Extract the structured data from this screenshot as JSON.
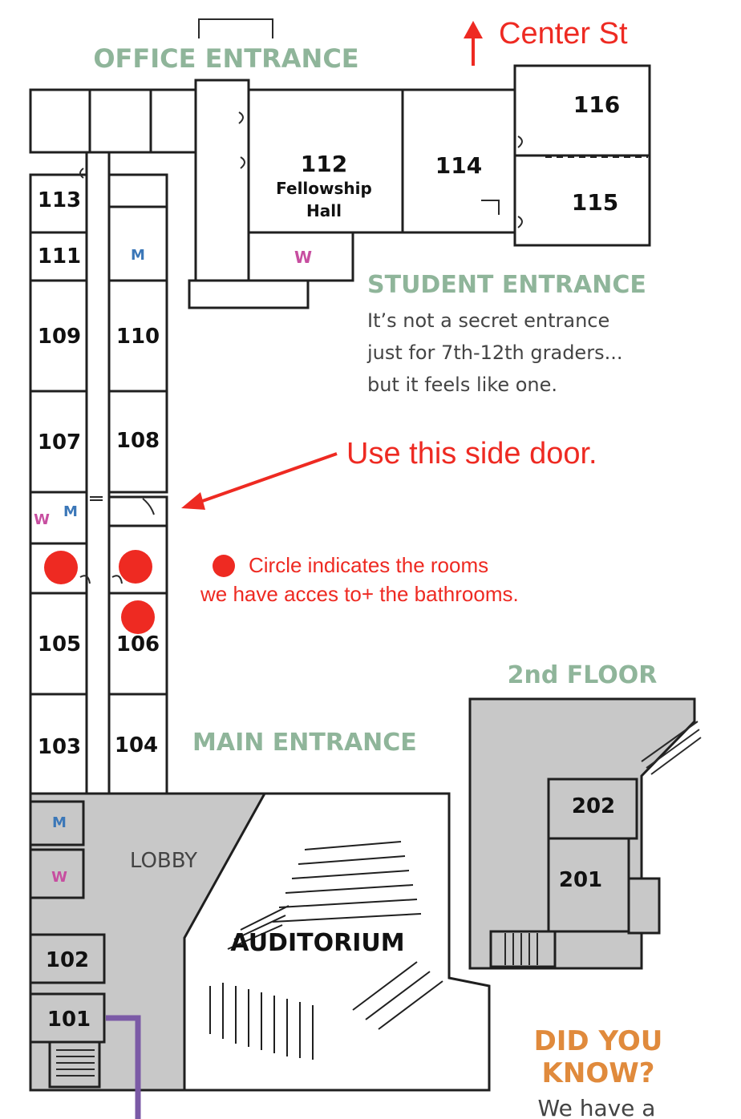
{
  "headings": {
    "office_entrance": "OFFICE ENTRANCE",
    "student_entrance": "STUDENT ENTRANCE",
    "main_entrance": "MAIN ENTRANCE",
    "second_floor": "2nd FLOOR",
    "did_you_know_1": "DID YOU",
    "did_you_know_2": "KNOW?",
    "did_you_know_text": "We have a"
  },
  "student_entrance_text": [
    "It’s not a secret entrance",
    "just for 7th-12th graders...",
    "but it feels like one."
  ],
  "annotations": {
    "street": "Center St",
    "side_door": "Use this side door.",
    "legend_line1": "Circle indicates the rooms",
    "legend_line2": "we have acces to+  the bathrooms."
  },
  "rooms": {
    "r113": "113",
    "r111": "111",
    "r109": "109",
    "r110": "110",
    "r107": "107",
    "r108": "108",
    "r105": "105",
    "r106": "106",
    "r103": "103",
    "r104": "104",
    "r102": "102",
    "r101": "101",
    "r112": "112",
    "r112_name1": "Fellowship",
    "r112_name2": "Hall",
    "r114": "114",
    "r116": "116",
    "r115": "115",
    "r202": "202",
    "r201": "201",
    "lobby": "LOBBY",
    "auditorium": "AUDITORIUM"
  },
  "restrooms": {
    "men": "M",
    "women": "W"
  },
  "colors": {
    "heading_green": "#8fb59a",
    "annotation_red": "#ee2a22",
    "did_you_know_orange": "#e08a3c",
    "men_blue": "#3b77b8",
    "women_pink": "#c74ea0",
    "shaded_area": "#c8c8c8",
    "path_purple": "#7b5aa6"
  }
}
